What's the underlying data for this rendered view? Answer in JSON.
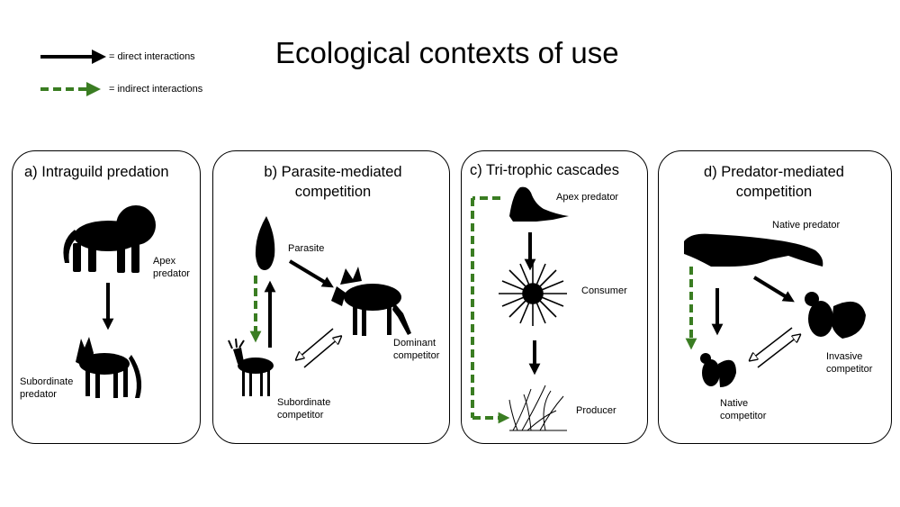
{
  "title": "Ecological contexts of use",
  "legend": {
    "direct": "= direct interactions",
    "indirect": "= indirect interactions",
    "direct_color": "#000000",
    "indirect_color": "#3a7d22"
  },
  "panels": {
    "a": {
      "title": "a) Intraguild predation",
      "apex_line1": "Apex",
      "apex_line2": "predator",
      "sub_line1": "Subordinate",
      "sub_line2": "predator"
    },
    "b": {
      "title_line1": "b) Parasite-mediated",
      "title_line2": "competition",
      "parasite": "Parasite",
      "dominant_line1": "Dominant",
      "dominant_line2": "competitor",
      "sub_line1": "Subordinate",
      "sub_line2": "competitor"
    },
    "c": {
      "title": "c) Tri-trophic cascades",
      "apex": "Apex predator",
      "consumer": "Consumer",
      "producer": "Producer"
    },
    "d": {
      "title_line1": "d) Predator-mediated",
      "title_line2": "competition",
      "predator": "Native predator",
      "invasive_line1": "Invasive",
      "invasive_line2": "competitor",
      "native_line1": "Native",
      "native_line2": "competitor"
    }
  }
}
